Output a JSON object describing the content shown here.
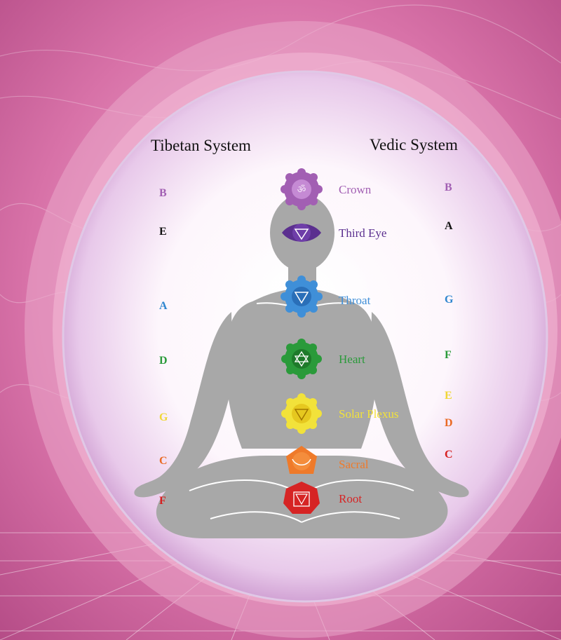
{
  "headers": {
    "tibetan": "Tibetan System",
    "vedic": "Vedic System"
  },
  "chakras": [
    {
      "name": "Crown",
      "color": "#a25fb3",
      "symbol": "ॐ",
      "tibetan_note": "B",
      "tibetan_color": "#a25fb3",
      "vedic_note": "B",
      "vedic_color": "#a25fb3"
    },
    {
      "name": "Third Eye",
      "color": "#5b2f8f",
      "symbol": "",
      "tibetan_note": "E",
      "tibetan_color": "#111111",
      "vedic_note": "A",
      "vedic_color": "#111111"
    },
    {
      "name": "Throat",
      "color": "#3f8fd8",
      "symbol": "",
      "tibetan_note": "A",
      "tibetan_color": "#2f86cf",
      "vedic_note": "G",
      "vedic_color": "#2f86cf"
    },
    {
      "name": "Heart",
      "color": "#2a9a3a",
      "symbol": "",
      "tibetan_note": "D",
      "tibetan_color": "#2a9a3a",
      "vedic_note": "F",
      "vedic_color": "#2a9a3a"
    },
    {
      "name": "Solar Plexus",
      "color": "#f2e23a",
      "symbol": "",
      "tibetan_note": "G",
      "tibetan_color": "#f0d735",
      "vedic_note": "E",
      "vedic_color": "#f0d735"
    },
    {
      "name": "Sacral",
      "color": "#ef7a2a",
      "symbol": "",
      "tibetan_note": "C",
      "tibetan_color": "#ea6a24",
      "vedic_note": "D",
      "vedic_color": "#ea6a24"
    },
    {
      "name": "Root",
      "color": "#d62424",
      "symbol": "",
      "tibetan_note": "F",
      "tibetan_color": "#d61f1f",
      "vedic_note": "C",
      "vedic_color": "#d61f1f"
    }
  ],
  "colors": {
    "background": "#c95d96",
    "ring": "#e8a3c6",
    "circle_center": "#ffffff",
    "circle_edge": "#c891c9",
    "figure": "#a9a9a9"
  }
}
